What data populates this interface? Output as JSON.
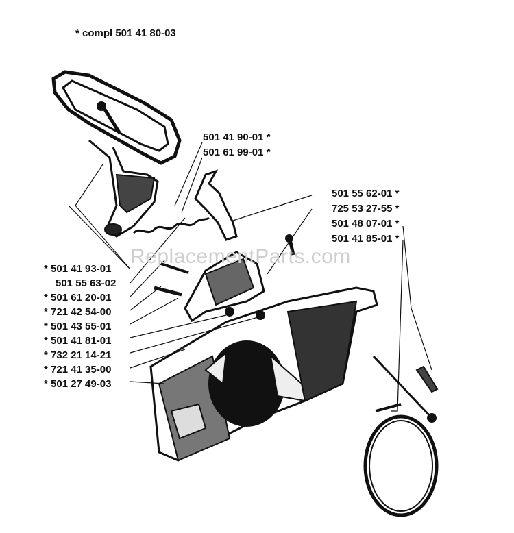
{
  "title": "* compl 501 41 80-03",
  "watermark": "ReplacementParts.com",
  "labels_right": [
    "501 41 90-01  *",
    "501 61 99-01  *",
    "501 55 62-01  *",
    "725 53 27-55  *",
    "501 48 07-01  *",
    "501 41 85-01  *"
  ],
  "labels_left": [
    "*  501 41 93-01",
    "501 55 63-02",
    "*  501 61 20-01",
    "*  721 42 54-00",
    "*  501 43 55-01",
    "*  501 41 81-01",
    "*  732 21 14-21",
    "*  721 41 35-00",
    "*  501 27 49-03"
  ],
  "colors": {
    "ink": "#111111",
    "watermark": "#cfcfcf"
  }
}
